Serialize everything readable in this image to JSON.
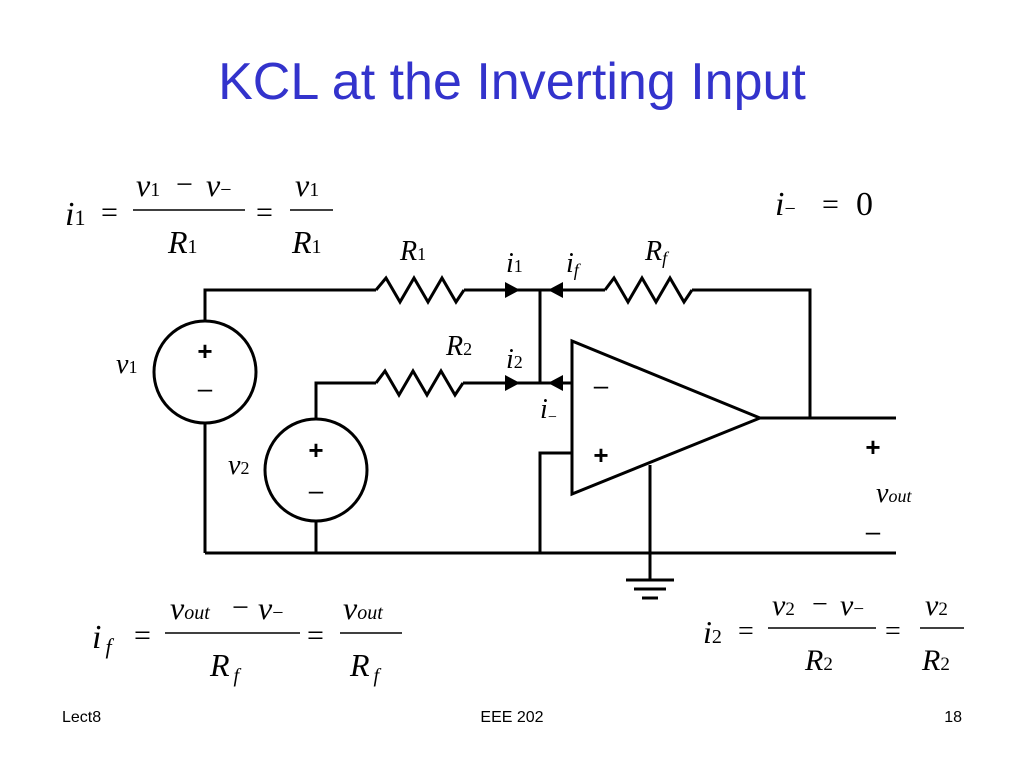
{
  "slide": {
    "title": "KCL at the Inverting Input",
    "footer": {
      "left": "Lect8",
      "center": "EEE 202",
      "right": "18"
    }
  },
  "colors": {
    "title": "#3333cc",
    "ink": "#000000",
    "background": "#ffffff"
  },
  "symbols": {
    "equals": "=",
    "minus": "−",
    "plus": "+",
    "zero": "0"
  },
  "equations": {
    "i1": {
      "lhs": "i",
      "lhs_sub": "1",
      "num1_a": "v",
      "num1_a_sub": "1",
      "num1_b": "v",
      "num1_b_sub": "−",
      "den1": "R",
      "den1_sub": "1",
      "num2": "v",
      "num2_sub": "1",
      "den2": "R",
      "den2_sub": "1"
    },
    "iminus": {
      "lhs": "i",
      "lhs_sub": "−",
      "rhs": "0"
    },
    "if": {
      "lhs": "i",
      "lhs_sub": "f",
      "num1_a": "v",
      "num1_a_sub": "out",
      "num1_b": "v",
      "num1_b_sub": "−",
      "den1": "R",
      "den1_sub": "f",
      "num2": "v",
      "num2_sub": "out",
      "den2": "R",
      "den2_sub": "f"
    },
    "i2": {
      "lhs": "i",
      "lhs_sub": "2",
      "num1_a": "v",
      "num1_a_sub": "2",
      "num1_b": "v",
      "num1_b_sub": "−",
      "den1": "R",
      "den1_sub": "2",
      "num2": "v",
      "num2_sub": "2",
      "den2": "R",
      "den2_sub": "2"
    }
  },
  "circuit": {
    "labels": {
      "R1": {
        "main": "R",
        "sub": "1"
      },
      "R2": {
        "main": "R",
        "sub": "2"
      },
      "Rf": {
        "main": "R",
        "sub": "f"
      },
      "i1": {
        "main": "i",
        "sub": "1"
      },
      "i2": {
        "main": "i",
        "sub": "2"
      },
      "if": {
        "main": "i",
        "sub": "f"
      },
      "iminus": {
        "main": "i",
        "sub": "−"
      },
      "v1": {
        "main": "v",
        "sub": "1"
      },
      "v2": {
        "main": "v",
        "sub": "2"
      },
      "vout": {
        "main": "v",
        "sub": "out"
      }
    },
    "source_plus": "+",
    "source_minus": "–",
    "opamp_minus": "–",
    "opamp_plus": "+",
    "vout_plus": "+",
    "vout_minus": "–"
  }
}
